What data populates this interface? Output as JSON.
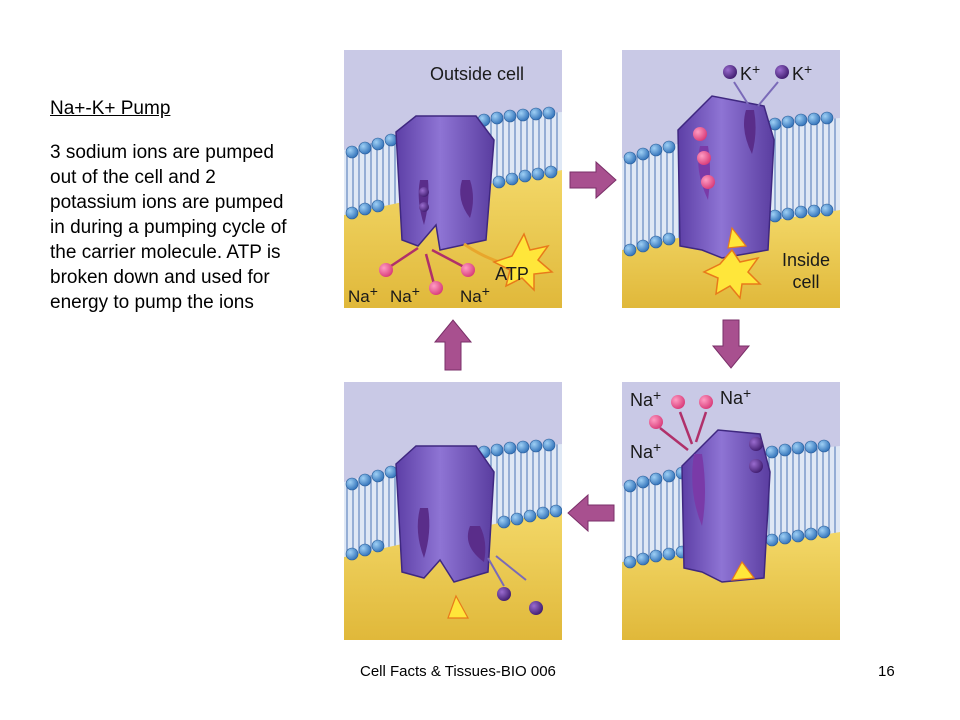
{
  "slide": {
    "title": "Na+-K+ Pump",
    "body": "3 sodium ions are pumped out of the cell and 2 potassium ions are pumped in during a pumping cycle of the carrier molecule.  ATP is broken down and used for energy to pump the ions",
    "footer_left": "Cell Facts & Tissues-BIO 006",
    "footer_right": "16"
  },
  "diagram": {
    "outside_label": "Outside cell",
    "inside_label_1": "Inside",
    "inside_label_2": "cell",
    "atp_label": "ATP",
    "na_label": "Na",
    "k_label": "K",
    "plus": "+"
  },
  "colors": {
    "outside": "#c9c9e6",
    "inside": "#ecc94e",
    "lipid_head": "#4a8fd0",
    "protein": "#7a5cbf",
    "na_ion": "#e8508a",
    "k_ion": "#5a2d8a",
    "cycle_arrow": "#a8508f"
  }
}
